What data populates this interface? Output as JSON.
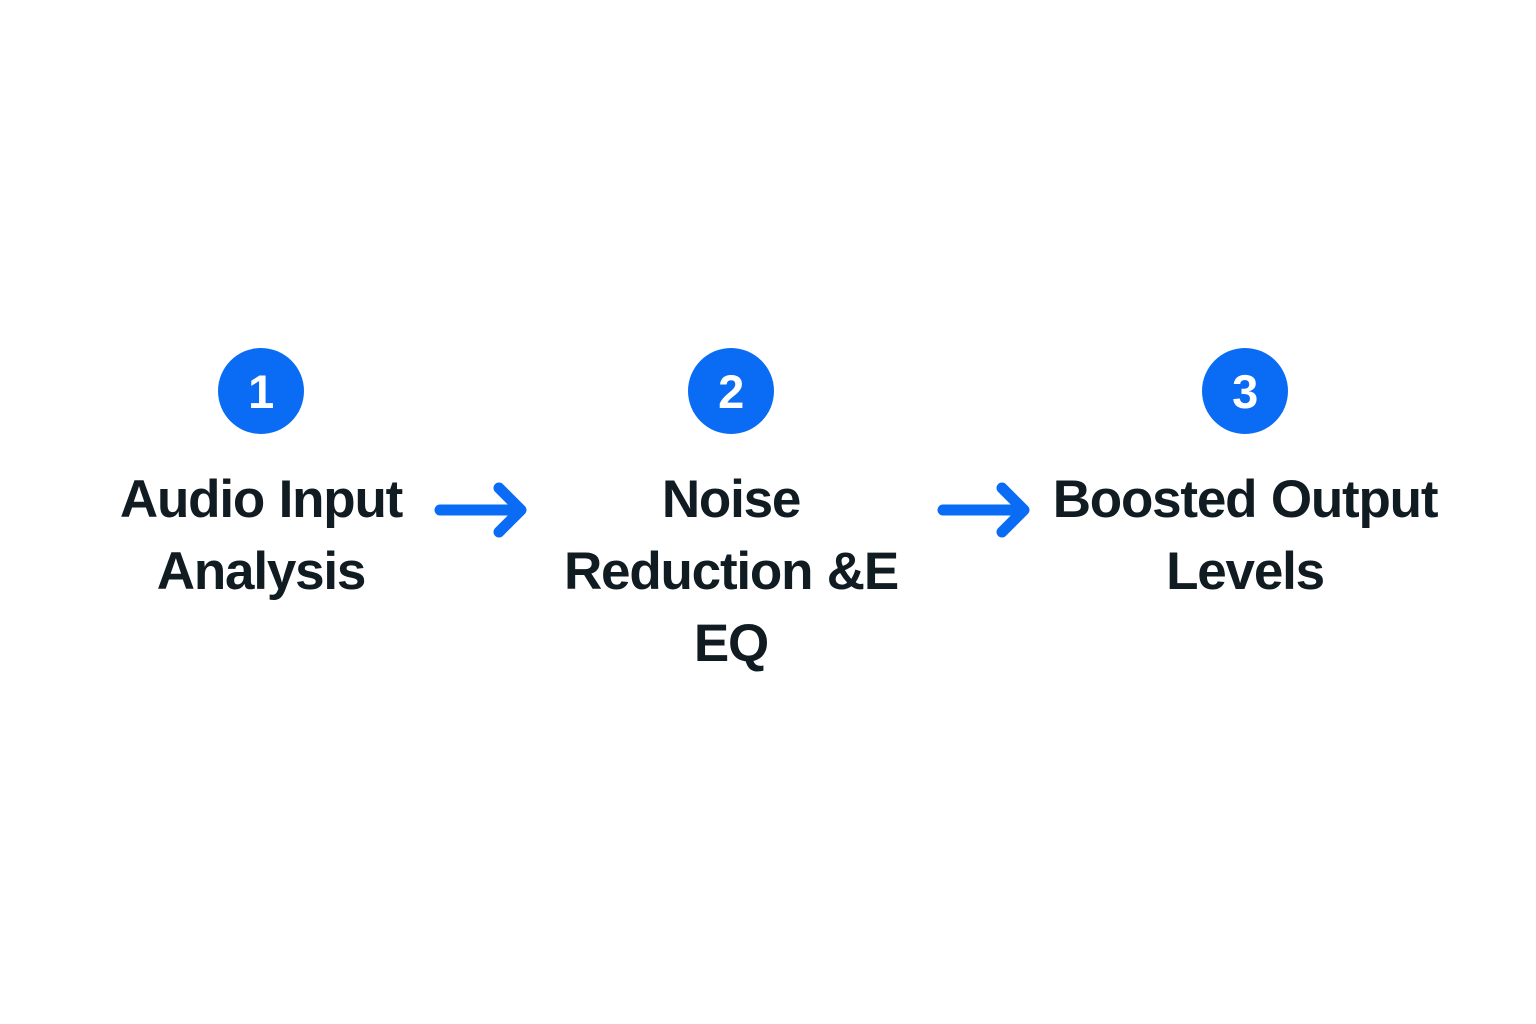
{
  "diagram": {
    "type": "horizontal-process-flow",
    "background_color": "#ffffff",
    "accent_color": "#0a6cf5",
    "text_color": "#111c22",
    "badge_text_color": "#ffffff",
    "steps": [
      {
        "number": "1",
        "label": "Audio Input Analysis",
        "label_lines": [
          "Audio Input",
          "Analysis"
        ]
      },
      {
        "number": "2",
        "label": "Noise Reduction &E EQ",
        "label_lines": [
          "Noise",
          "Reduction &E",
          "EQ"
        ]
      },
      {
        "number": "3",
        "label": "Boosted Output Levels",
        "label_lines": [
          "Boosted",
          "Output Levels"
        ]
      }
    ],
    "connectors": [
      {
        "icon": "arrow-right-icon",
        "from": "1",
        "to": "2"
      },
      {
        "icon": "arrow-right-icon",
        "from": "2",
        "to": "3"
      }
    ]
  }
}
